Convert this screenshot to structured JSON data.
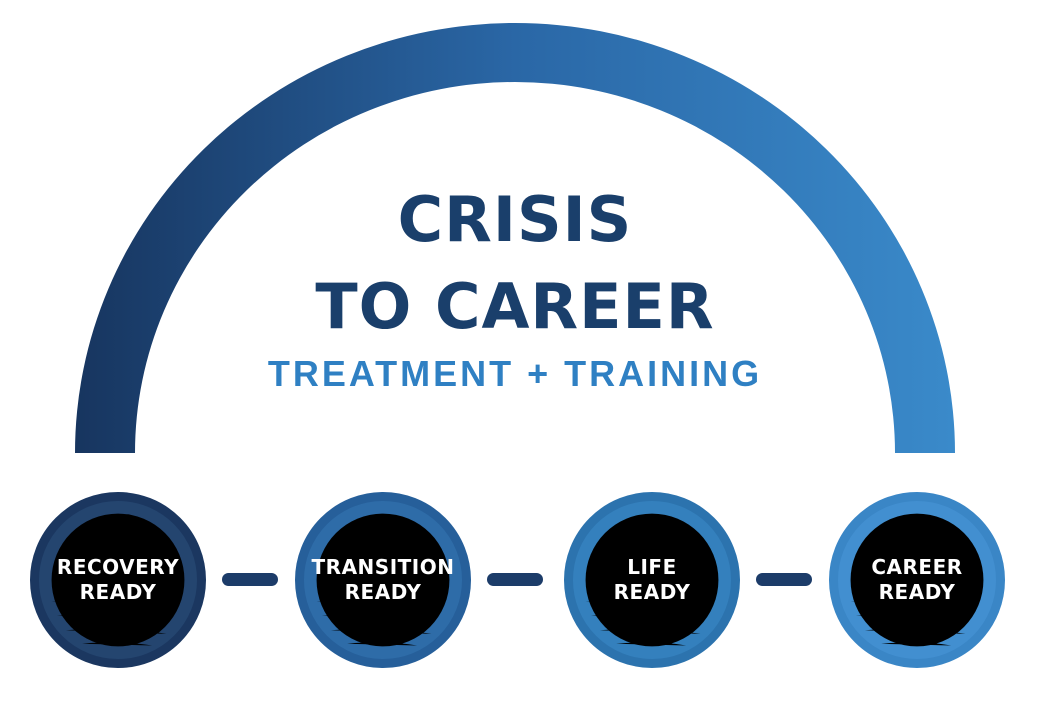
{
  "title": {
    "line1": "CRISIS",
    "line2": "TO CAREER",
    "subtitle": "TREATMENT + TRAINING"
  },
  "stages": [
    {
      "lines": [
        "RECOVERY",
        "READY"
      ],
      "fill": "#24456f",
      "ring": "#1b3760"
    },
    {
      "lines": [
        "TRANSITION",
        "READY"
      ],
      "fill": "#2e6ca8",
      "ring": "#265f9a"
    },
    {
      "lines": [
        "LIFE",
        "READY"
      ],
      "fill": "#3480bd",
      "ring": "#2c73ae"
    },
    {
      "lines": [
        "CAREER",
        "READY"
      ],
      "fill": "#428fd0",
      "ring": "#3a86c6"
    }
  ],
  "colors": {
    "title": "#1a3f6b",
    "subtitle": "#2f80c3",
    "connector": "#1c3c69",
    "label_text": "#ffffff",
    "watermark": "rgba(16,51,95,0.16)",
    "arc_gradient": [
      "#17355f",
      "#2a67a6",
      "#3a8aca"
    ]
  }
}
